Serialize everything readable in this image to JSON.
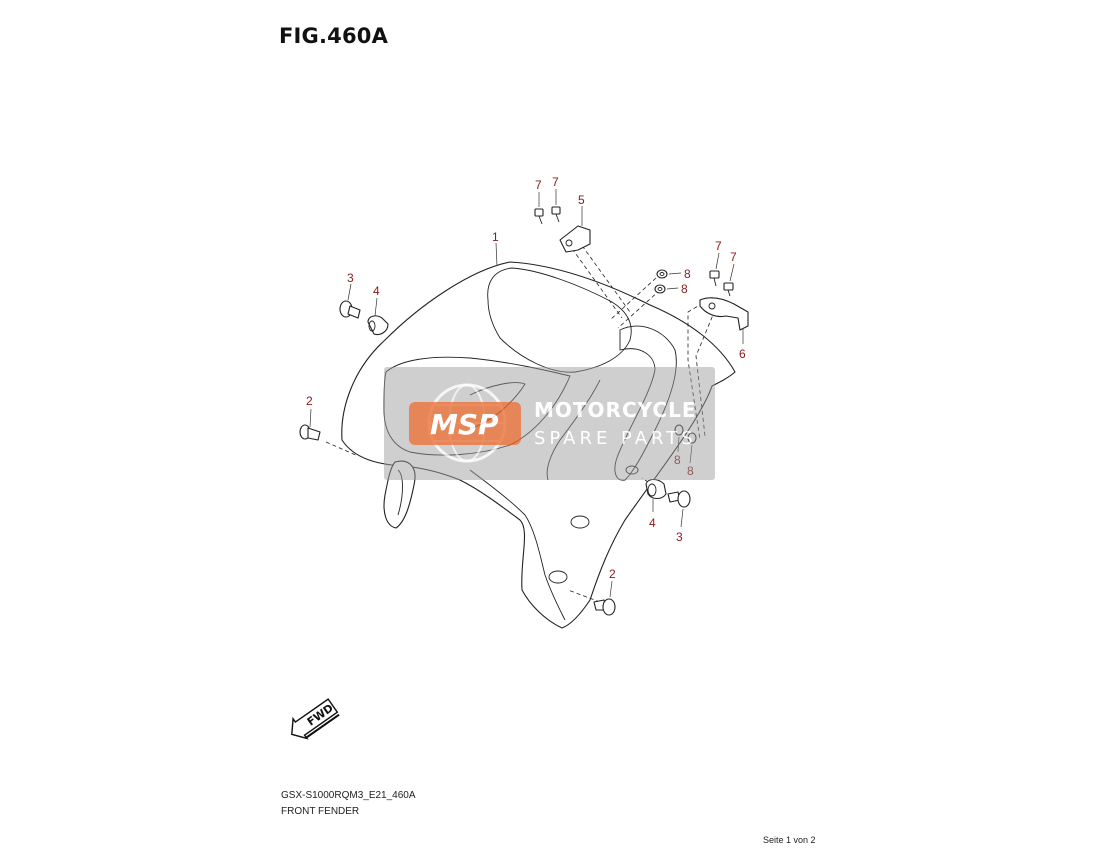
{
  "figure": {
    "title": "FIG.460A"
  },
  "callouts": [
    {
      "id": "c1",
      "number": "1"
    },
    {
      "id": "c2a",
      "number": "2"
    },
    {
      "id": "c2b",
      "number": "2"
    },
    {
      "id": "c3a",
      "number": "3"
    },
    {
      "id": "c3b",
      "number": "3"
    },
    {
      "id": "c4a",
      "number": "4"
    },
    {
      "id": "c4b",
      "number": "4"
    },
    {
      "id": "c5",
      "number": "5"
    },
    {
      "id": "c6",
      "number": "6"
    },
    {
      "id": "c7a",
      "number": "7"
    },
    {
      "id": "c7b",
      "number": "7"
    },
    {
      "id": "c7c",
      "number": "7"
    },
    {
      "id": "c7d",
      "number": "7"
    },
    {
      "id": "c8a",
      "number": "8"
    },
    {
      "id": "c8b",
      "number": "8"
    },
    {
      "id": "c8c",
      "number": "8"
    },
    {
      "id": "c8d",
      "number": "8"
    }
  ],
  "fwd_arrow": {
    "label": "FWD"
  },
  "watermark": {
    "logo_text": "MSP",
    "brand": "MOTORCYCLE",
    "sub": "SPARE PARTS"
  },
  "footer": {
    "model_code": "GSX-S1000RQM3_E21_460A",
    "section_name": "FRONT FENDER",
    "page_label": "Seite 1 von 2"
  },
  "colors": {
    "callout": "#8b1a1a",
    "watermark_bg": "#9a9a9a",
    "watermark_logo": "#e8601f"
  }
}
